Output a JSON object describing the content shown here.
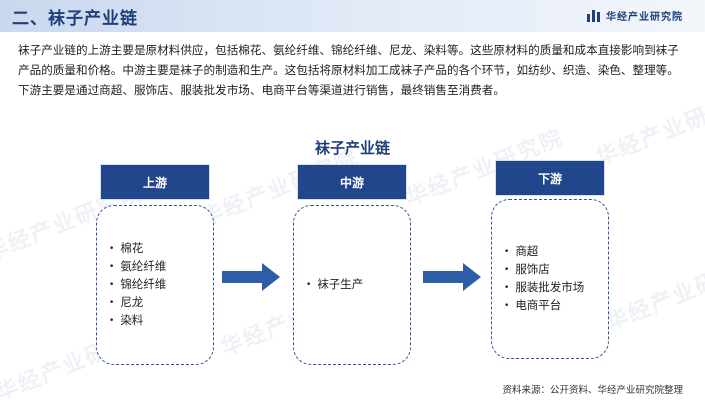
{
  "header": {
    "title": "二、袜子产业链",
    "brand_name": "华经产业研究院"
  },
  "intro_text": "袜子产业链的上游主要是原材料供应，包括棉花、氨纶纤维、锦纶纤维、尼龙、染料等。这些原材料的质量和成本直接影响到袜子产品的质量和价格。中游主要是袜子的制造和生产。这包括将原材料加工成袜子产品的各个环节，如纺纱、织造、染色、整理等。下游主要是通过商超、服饰店、服装批发市场、电商平台等渠道进行销售，最终销售至消费者。",
  "watermark_text": "华经产业研究院",
  "diagram": {
    "title": "袜子产业链",
    "stages": [
      {
        "label": "上游",
        "items": [
          "棉花",
          "氨纶纤维",
          "锦纶纤维",
          "尼龙",
          "染料"
        ]
      },
      {
        "label": "中游",
        "items": [
          "袜子生产"
        ]
      },
      {
        "label": "下游",
        "items": [
          "商超",
          "服饰店",
          "服装批发市场",
          "电商平台"
        ]
      }
    ]
  },
  "colors": {
    "primary": "#21468b",
    "title": "#1f3f7a",
    "arrow": "#2e5da8"
  },
  "icons": {
    "brand_logo": "bar-chart-logo",
    "flow_arrow": "right-arrow"
  },
  "source_text": "资料来源：公开资料、华经产业研究院整理"
}
